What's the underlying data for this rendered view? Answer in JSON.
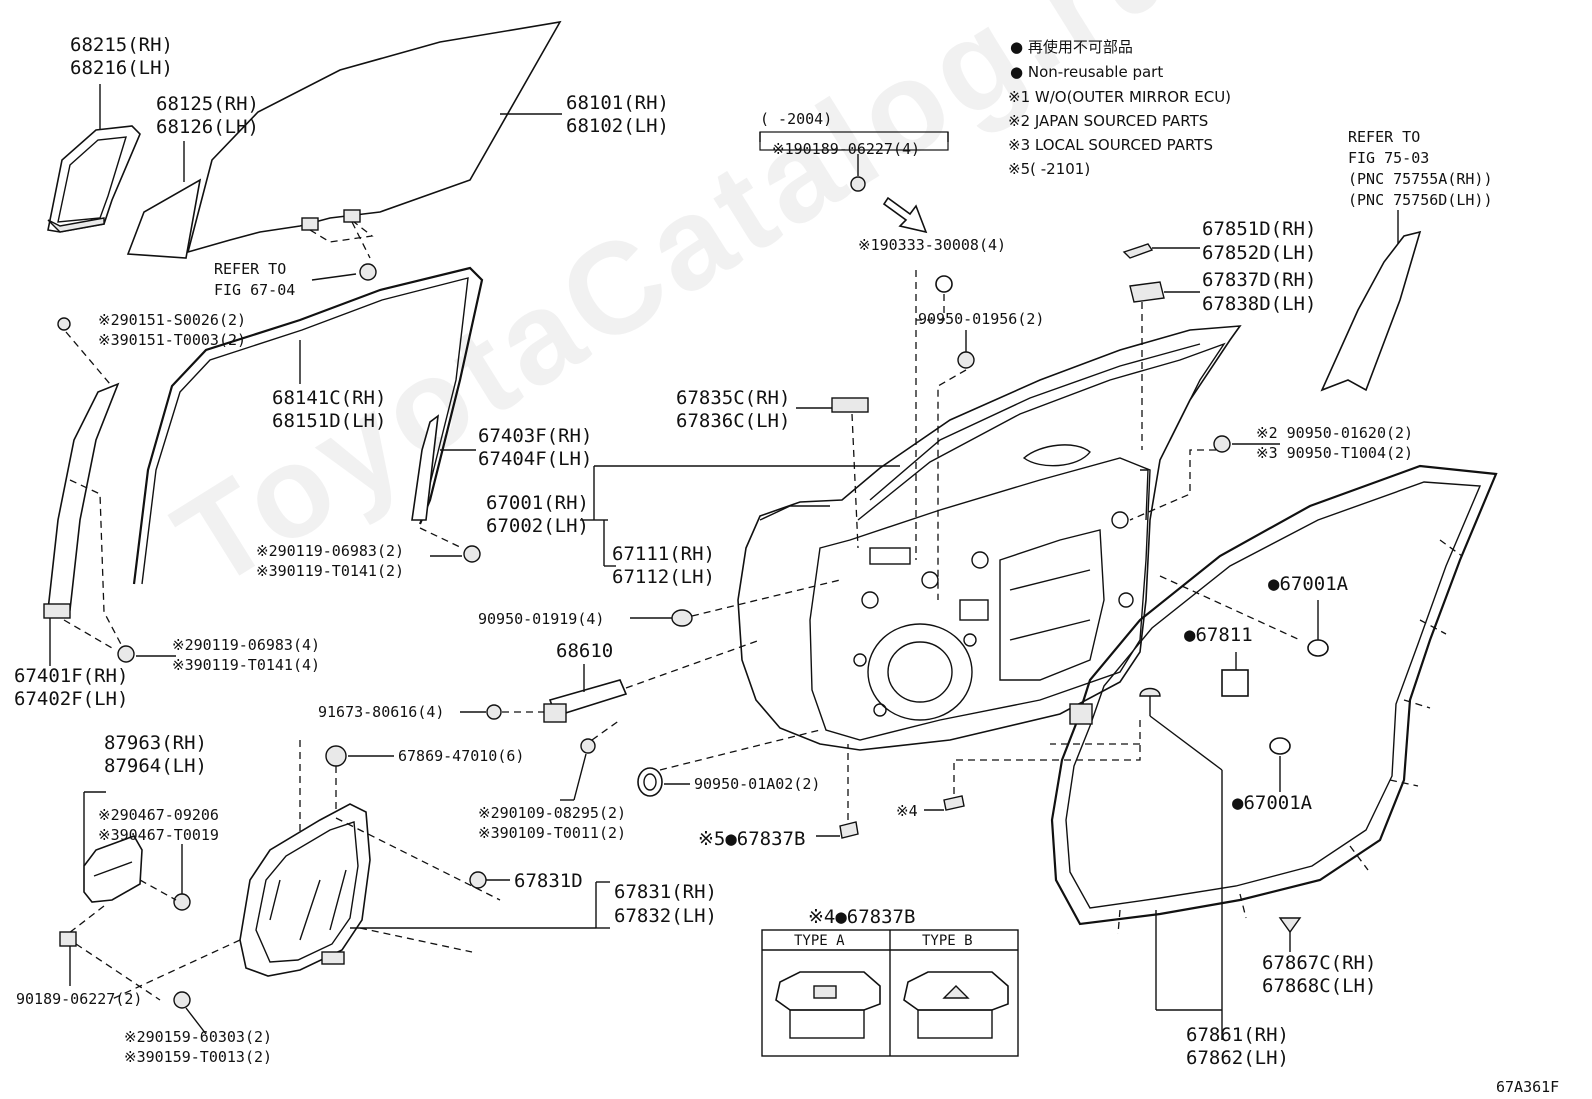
{
  "watermark": "ToyotaCatalog.ru",
  "figure_code": "67A361F",
  "legend": {
    "jp": "● 再使用不可部品",
    "en": "● Non-reusable part",
    "note1": "※1 W/O(OUTER MIRROR ECU)",
    "note2": "※2 JAPAN SOURCED PARTS",
    "note3": "※3 LOCAL SOURCED PARTS",
    "note5": "※5(    -2101)"
  },
  "labels": {
    "p68215": "68215(RH)",
    "p68216": "68216(LH)",
    "p68125": "68125(RH)",
    "p68126": "68126(LH)",
    "p68101": "68101(RH)",
    "p68102": "68102(LH)",
    "refer6704a": "REFER TO",
    "refer6704b": "FIG 67-04",
    "year2004": "(    -2004)",
    "p90189a": "※190189-06227(4)",
    "p90333": "※190333-30008(4)",
    "refer7503a": "REFER TO",
    "refer7503b": "FIG 75-03",
    "pnc1": "(PNC 75755A(RH))",
    "pnc2": "(PNC 75756D(LH))",
    "p67851": "67851D(RH)",
    "p67852": "67852D(LH)",
    "p67837d": "67837D(RH)",
    "p67838": "67838D(LH)",
    "p90950_1956": "90950-01956(2)",
    "p90151a": "※290151-S0026(2)",
    "p90151b": "※390151-T0003(2)",
    "p68141": "68141C(RH)",
    "p68151": "68151D(LH)",
    "p67835": "67835C(RH)",
    "p67836": "67836C(LH)",
    "p67403": "67403F(RH)",
    "p67404": "67404F(LH)",
    "p90950_1620a": "※2 90950-01620(2)",
    "p90950_1620b": "※3 90950-T1004(2)",
    "p67001": "67001(RH)",
    "p67002": "67002(LH)",
    "p67111": "67111(RH)",
    "p67112": "67112(LH)",
    "p90119a": "※290119-06983(2)",
    "p90119b": "※390119-T0141(2)",
    "p67001A_1": "●67001A",
    "p67811": "●67811",
    "p90950_1919": "90950-01919(4)",
    "p68610": "68610",
    "p90119c": "※290119-06983(4)",
    "p90119d": "※390119-T0141(4)",
    "p67401": "67401F(RH)",
    "p67402": "67402F(LH)",
    "p91673": "91673-80616(4)",
    "p87963": "87963(RH)",
    "p87964": "87964(LH)",
    "p67869": "67869-47010(6)",
    "p90467a": "※290467-09206",
    "p90467b": "※390467-T0019",
    "p90109a": "※290109-08295(2)",
    "p90109b": "※390109-T0011(2)",
    "p90950_1A02": "90950-01A02(2)",
    "note4": "※4",
    "p67001A_2": "●67001A",
    "p67837b": "※5●67837B",
    "p67831d": "67831D",
    "p67831": "67831(RH)",
    "p67832": "67832(LH)",
    "typeTitle": "※4●67837B",
    "typeA": "TYPE A",
    "typeB": "TYPE B",
    "p90189b": "90189-06227(2)",
    "p67867": "67867C(RH)",
    "p67868": "67868C(LH)",
    "p90159a": "※290159-60303(2)",
    "p90159b": "※390159-T0013(2)",
    "p67861": "67861(RH)",
    "p67862": "67862(LH)"
  }
}
